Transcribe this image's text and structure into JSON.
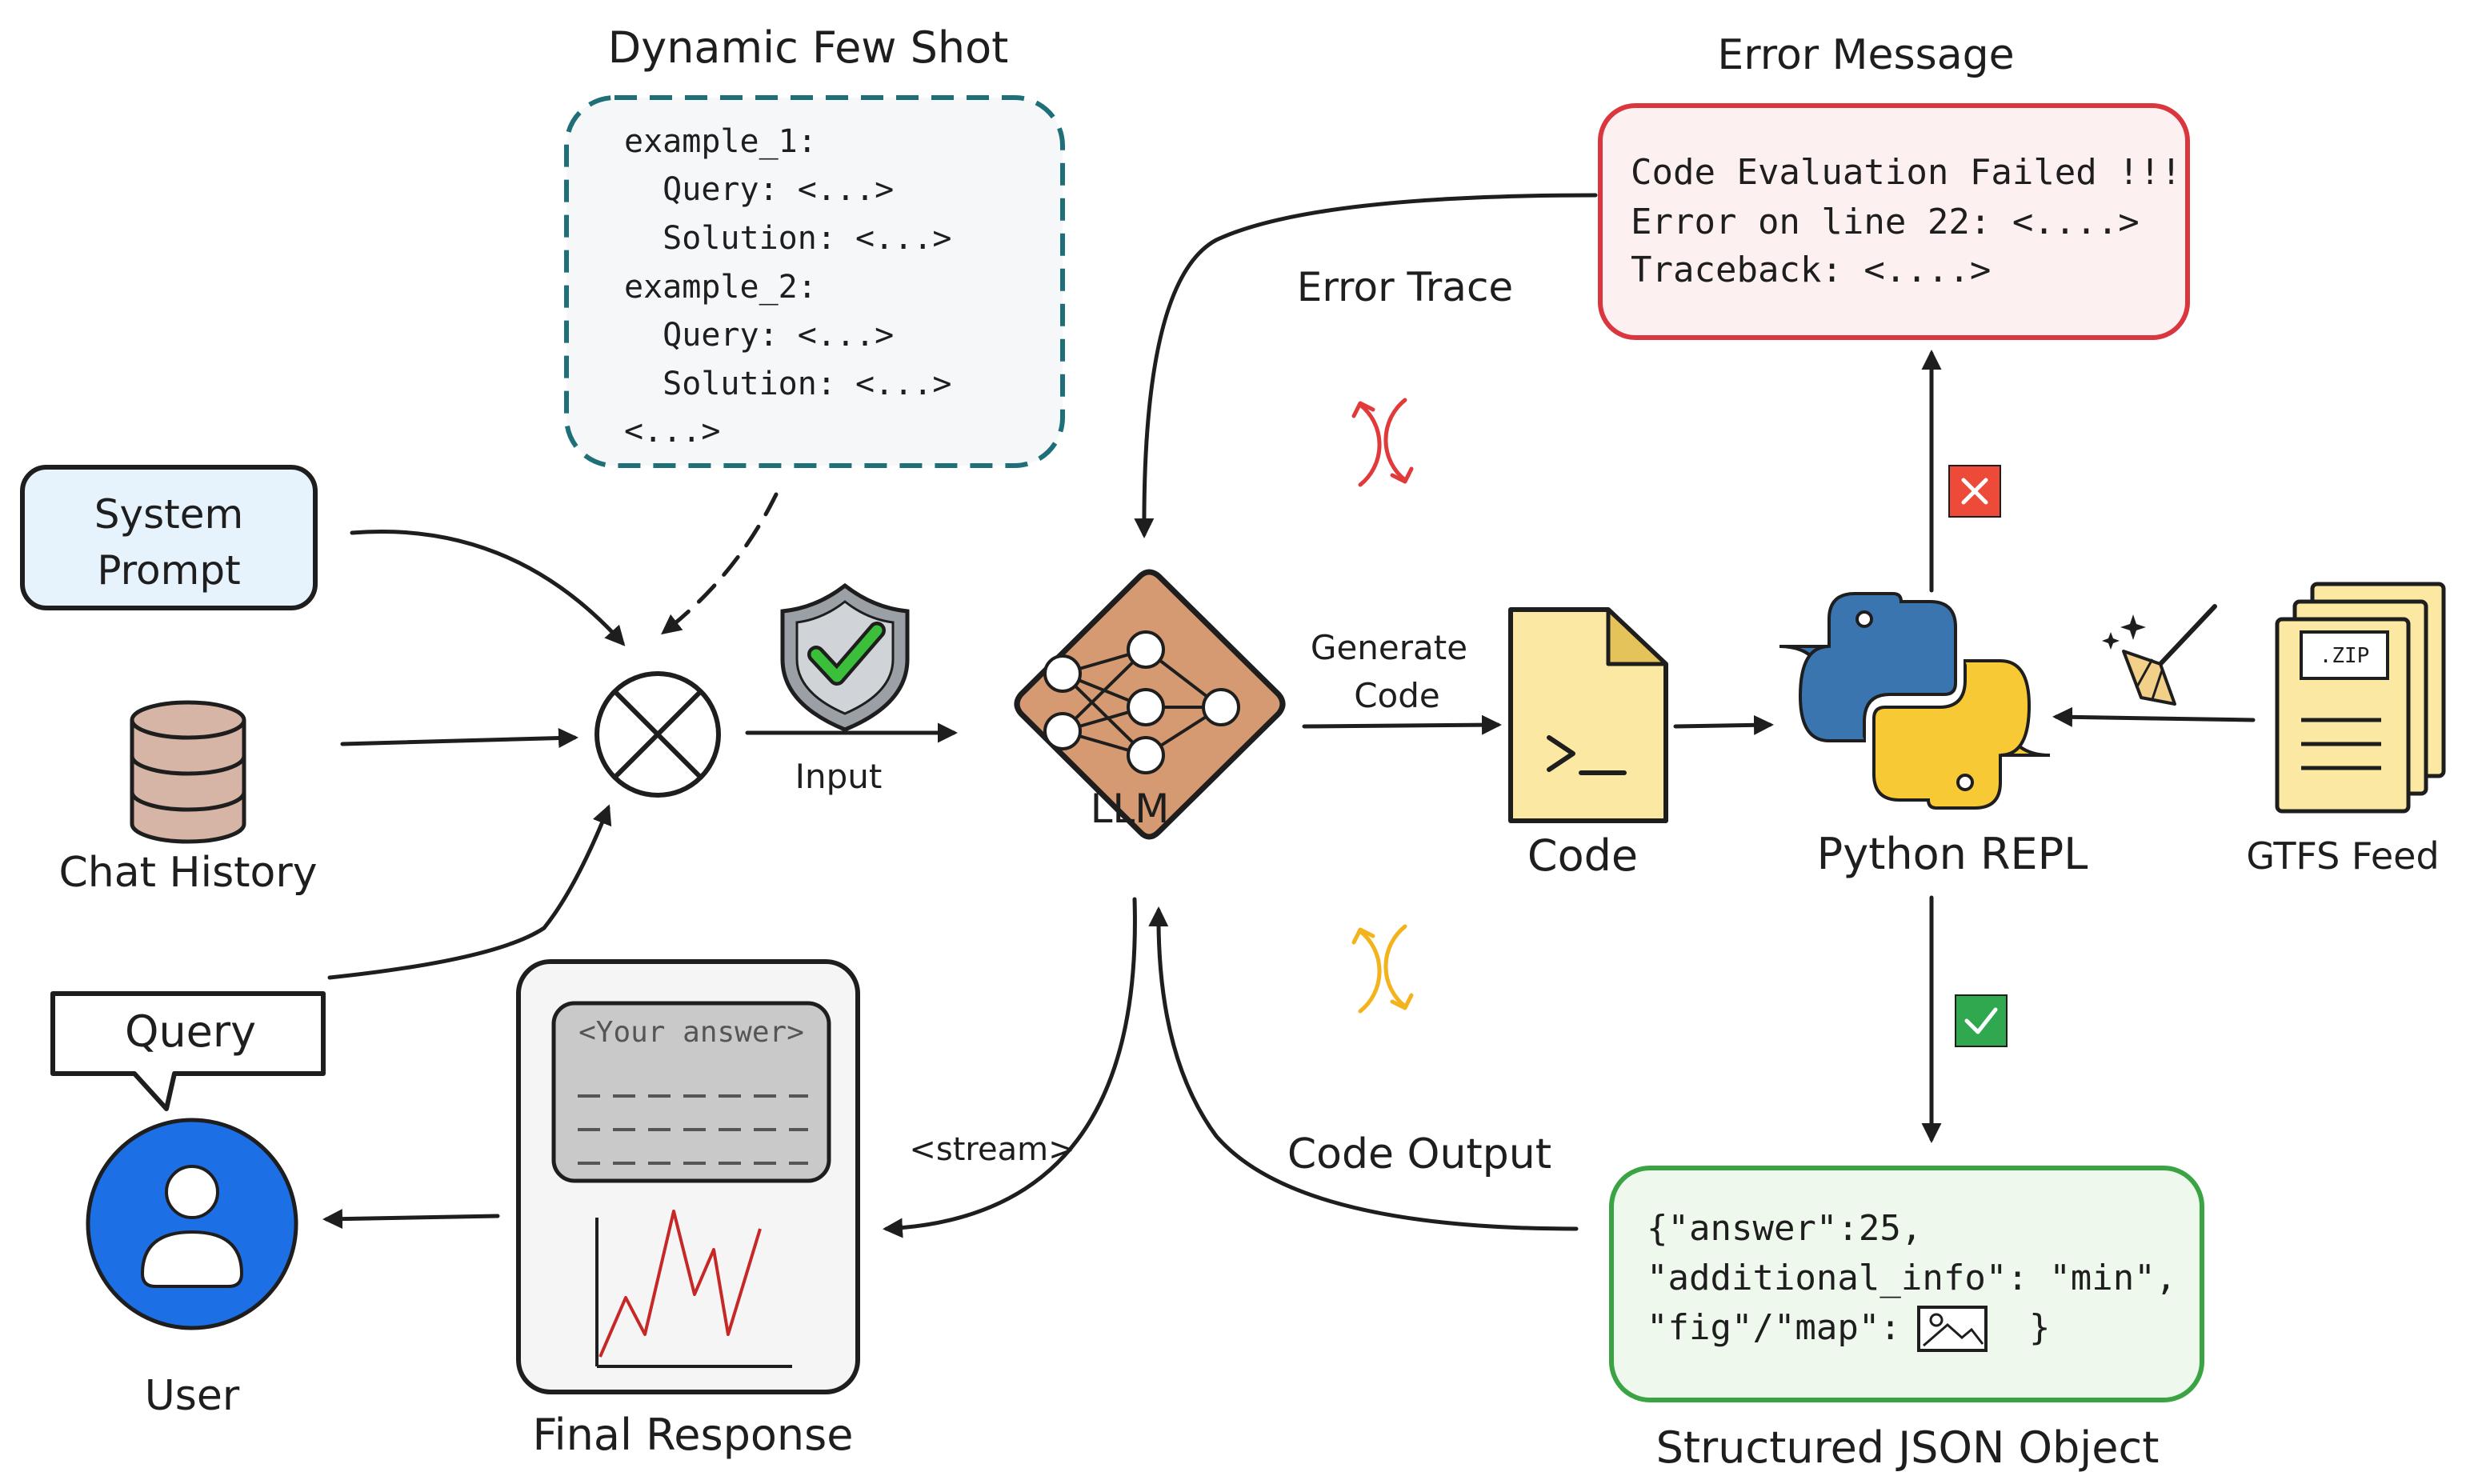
{
  "few_shot": {
    "title": "Dynamic Few Shot",
    "lines": [
      "example_1:",
      "  Query: <...>",
      "  Solution: <...>",
      "example_2:",
      "  Query: <...>",
      "  Solution: <...>",
      "<...>"
    ]
  },
  "system_prompt": {
    "line1": "System",
    "line2": "Prompt"
  },
  "chat_history": {
    "label": "Chat History"
  },
  "query": {
    "label": "Query"
  },
  "user": {
    "label": "User"
  },
  "combine": {
    "input_label": "Input"
  },
  "llm": {
    "label": "LLM"
  },
  "generate_code": {
    "line1": "Generate",
    "line2": "Code"
  },
  "code": {
    "label": "Code"
  },
  "python_repl": {
    "label": "Python REPL"
  },
  "gtfs": {
    "label": "GTFS Feed",
    "zip_label": ".ZIP"
  },
  "error_message": {
    "title": "Error Message",
    "lines": [
      "Code Evaluation Failed !!!",
      "Error on line 22: <....>",
      "Traceback: <....>"
    ]
  },
  "error_trace": {
    "label": "Error Trace"
  },
  "code_output": {
    "label": "Code Output"
  },
  "stream": {
    "label": "<stream>"
  },
  "final_response": {
    "title": "Final Response",
    "answer_placeholder": "<Your answer>"
  },
  "json_object": {
    "title": "Structured JSON Object",
    "line1": "{\"answer\":25,",
    "line2": "\"additional_info\": \"min\",",
    "line3_prefix": "\"fig\"/\"map\":",
    "line3_suffix": "}"
  },
  "colors": {
    "few_shot_border": "#1f6f78",
    "few_shot_fill": "#f5f7f9",
    "system_prompt_fill": "#e6f3fd",
    "llm_fill": "#d69a72",
    "code_fill": "#fbe9a3",
    "error_border": "#d9363e",
    "error_fill": "#fdf0f0",
    "json_border": "#3aa344",
    "json_fill": "#eef8ec",
    "user_blue": "#1d6fe6",
    "python_blue": "#3a75b0",
    "python_yellow": "#f7c935",
    "cycle_red": "#e03a3a",
    "cycle_orange": "#f2b31c"
  }
}
